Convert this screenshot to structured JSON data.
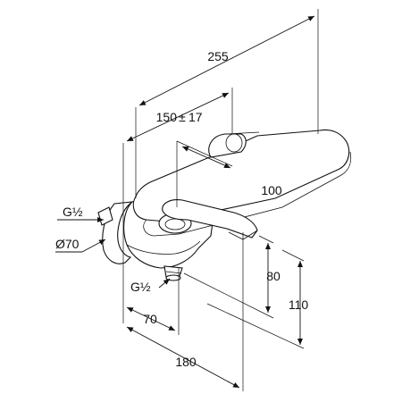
{
  "dimensions": {
    "d255": "255",
    "d150": "150",
    "d150_sep": "±",
    "d150_tol": "17",
    "d100": "100",
    "dG_top": "G½",
    "dDiameter": "Ø70",
    "dG_bottom": "G½",
    "d80": "80",
    "d110": "110",
    "d70": "70",
    "d180": "180"
  }
}
